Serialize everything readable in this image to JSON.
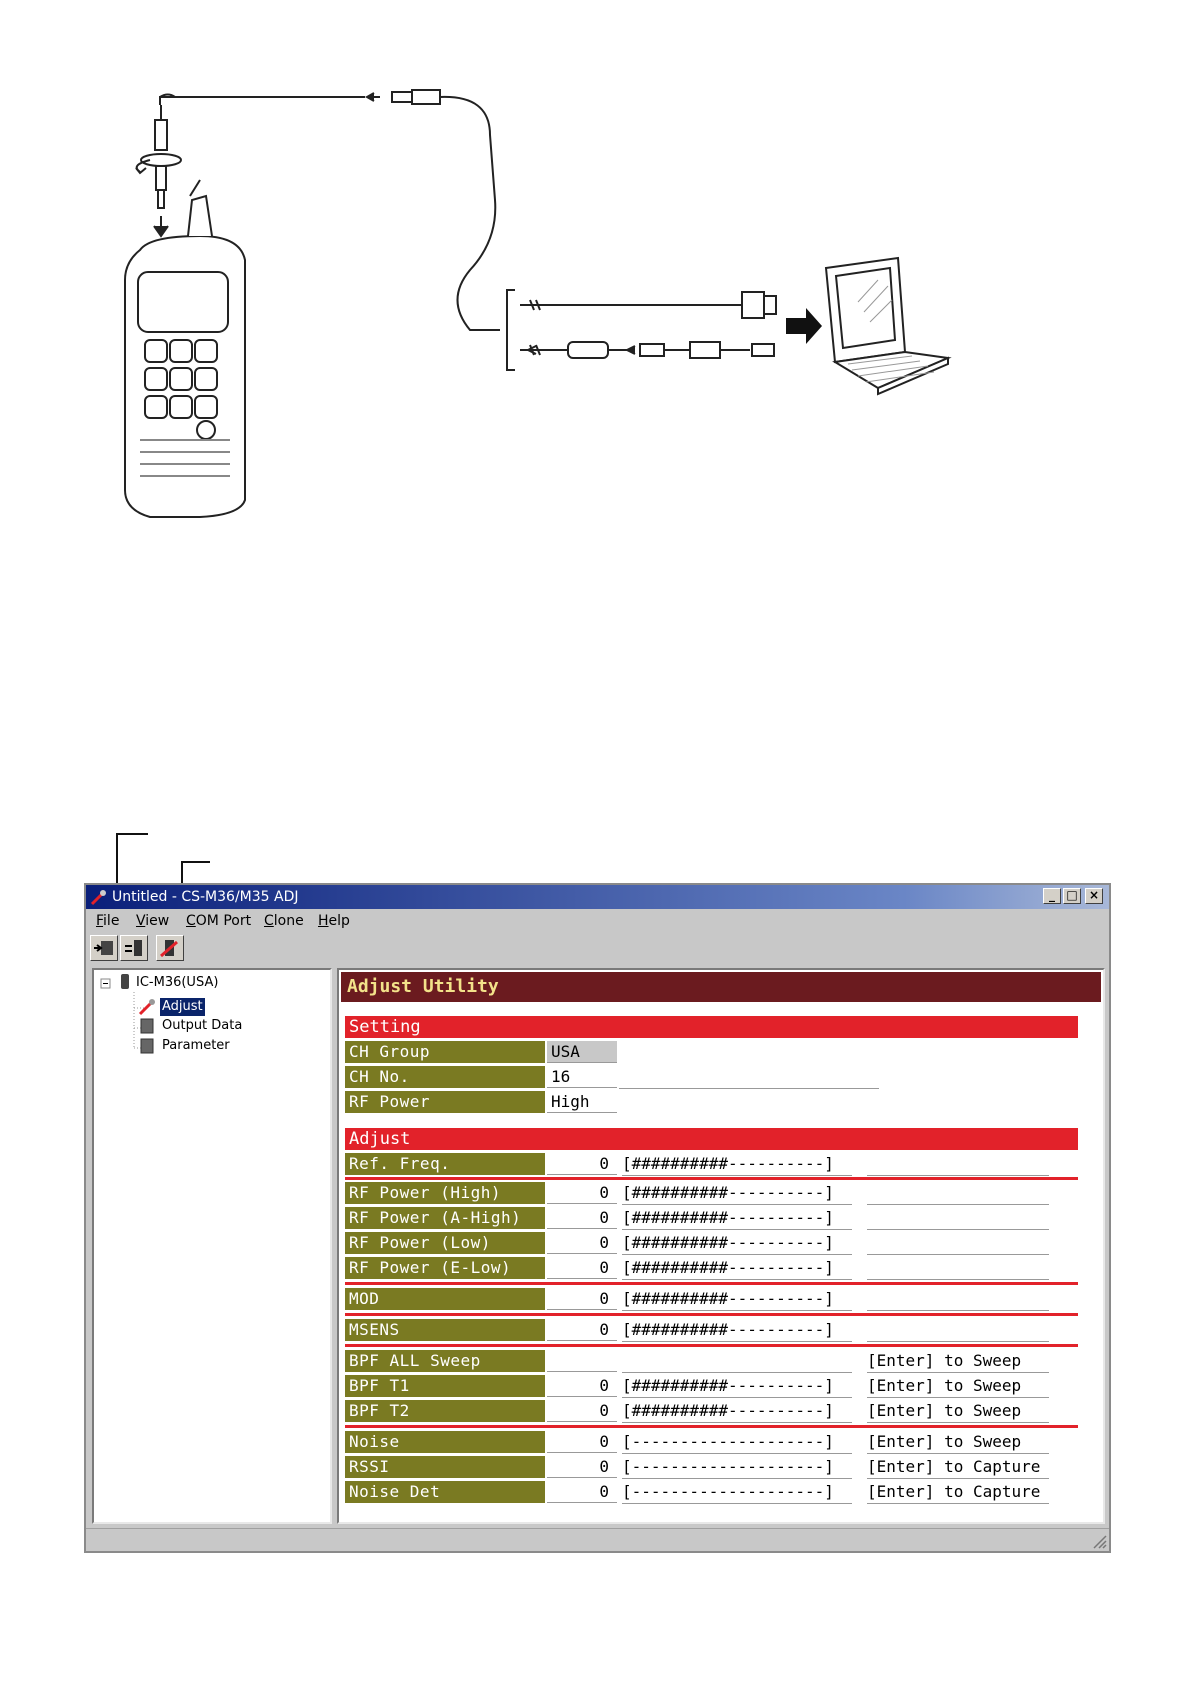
{
  "window": {
    "title": "Untitled - CS-M36/M35 ADJ",
    "controls": {
      "minimize": "_",
      "maximize": "□",
      "close": "×"
    }
  },
  "menu": [
    "File",
    "View",
    "COM Port",
    "Clone",
    "Help"
  ],
  "toolbar": {
    "buttons": [
      "connect-icon",
      "write-to-radio-icon",
      "adjust-icon"
    ]
  },
  "tree": {
    "root": "IC-M36(USA)",
    "items": [
      "Adjust",
      "Output Data",
      "Parameter"
    ],
    "selected": "Adjust"
  },
  "adjust": {
    "header": "Adjust Utility",
    "setting": {
      "title": "Setting",
      "rows": [
        {
          "label": "CH Group",
          "value": "USA"
        },
        {
          "label": "CH No.",
          "value": "16"
        },
        {
          "label": "RF Power",
          "value": "High"
        }
      ]
    },
    "adjust_section": {
      "title": "Adjust",
      "rows": [
        {
          "label": "Ref. Freq.",
          "value": "0",
          "bar": "[##########----------]",
          "action": ""
        },
        {
          "label": "RF Power (High)",
          "value": "0",
          "bar": "[##########----------]",
          "action": ""
        },
        {
          "label": "RF Power (A-High)",
          "value": "0",
          "bar": "[##########----------]",
          "action": ""
        },
        {
          "label": "RF Power (Low)",
          "value": "0",
          "bar": "[##########----------]",
          "action": ""
        },
        {
          "label": "RF Power (E-Low)",
          "value": "0",
          "bar": "[##########----------]",
          "action": ""
        },
        {
          "label": "MOD",
          "value": "0",
          "bar": "[##########----------]",
          "action": ""
        },
        {
          "label": "MSENS",
          "value": "0",
          "bar": "[##########----------]",
          "action": ""
        },
        {
          "label": "BPF ALL Sweep",
          "value": "",
          "bar": "",
          "action": "[Enter] to Sweep"
        },
        {
          "label": "BPF T1",
          "value": "0",
          "bar": "[##########----------]",
          "action": "[Enter] to Sweep"
        },
        {
          "label": "BPF T2",
          "value": "0",
          "bar": "[##########----------]",
          "action": "[Enter] to Sweep"
        },
        {
          "label": "Noise",
          "value": "0",
          "bar": "[--------------------]",
          "action": "[Enter] to Sweep"
        },
        {
          "label": "RSSI",
          "value": "0",
          "bar": "[--------------------]",
          "action": "[Enter] to Capture"
        },
        {
          "label": "Noise Det",
          "value": "0",
          "bar": "[--------------------]",
          "action": "[Enter] to Capture"
        }
      ]
    }
  },
  "colors": {
    "header_bg": "#6b1b1f",
    "header_text": "#f3e28a",
    "section_red": "#e2222a",
    "label_olive": "#7a7a22",
    "titlebar": "#0a1f7a"
  }
}
